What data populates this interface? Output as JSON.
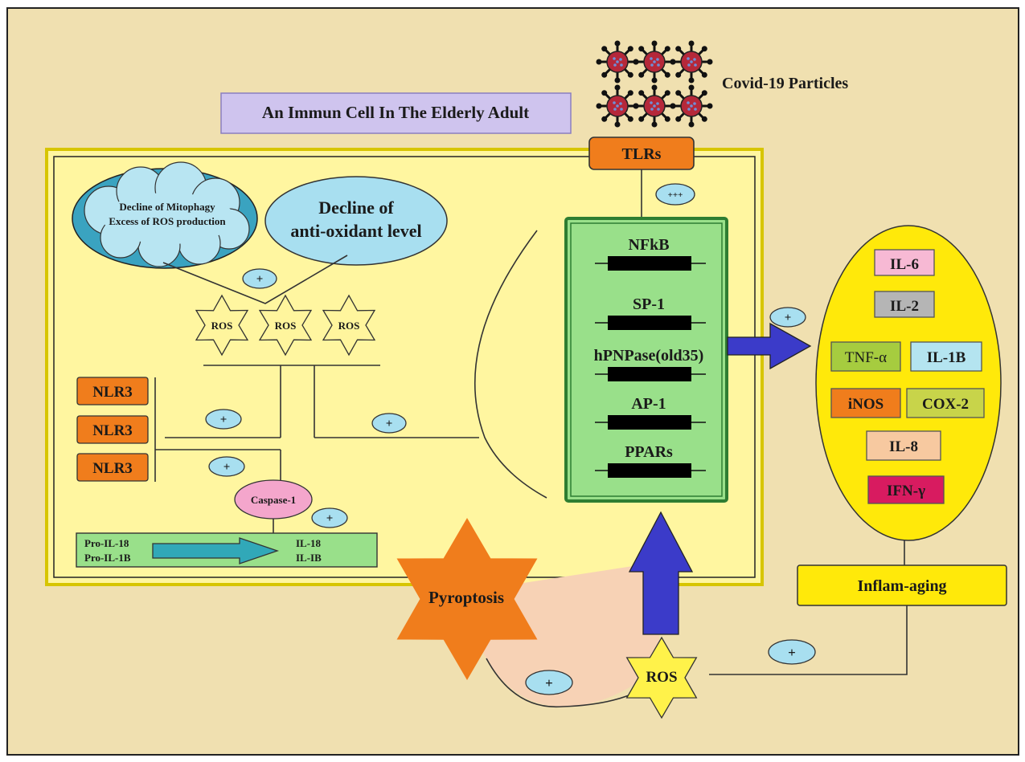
{
  "title": "An Immun Cell In The Elderly Adult",
  "virus_label": "Covid-19 Particles",
  "receptor": "TLRs",
  "receptor_sign": "+++",
  "mitophagy_line1": "Decline of Mitophagy",
  "mitophagy_line2": "Excess of ROS production",
  "antioxidant_line1": "Decline of",
  "antioxidant_line2": "anti-oxidant level",
  "plus": "+",
  "ros": "ROS",
  "nlr": [
    "NLR3",
    "NLR3",
    "NLR3"
  ],
  "caspase": "Caspase-1",
  "pro_il18": "Pro-IL-18",
  "pro_il1b": "Pro-IL-1B",
  "il18": "IL-18",
  "il1b_out": "IL-IB",
  "genes": [
    "NFkB",
    "SP-1",
    "hPNPase(old35)",
    "AP-1",
    "PPARs"
  ],
  "cytokines": {
    "il6": "IL-6",
    "il2": "IL-2",
    "tnf": "TNF-α",
    "il1b": "IL-1B",
    "inos": "iNOS",
    "cox2": "COX-2",
    "il8": "IL-8",
    "ifng": "IFN-γ"
  },
  "inflamaging": "Inflam-aging",
  "pyroptosis": "Pyroptosis",
  "colors": {
    "background": "#f0e0b0",
    "cell": "#fff6a0",
    "cell_border": "#e8d800",
    "nucleus": "#99e08a",
    "oval": "#ffe90a",
    "arrow": "#3b3bc9",
    "nlr": "#f07d1c",
    "plus_oval": "#a8dff0"
  }
}
